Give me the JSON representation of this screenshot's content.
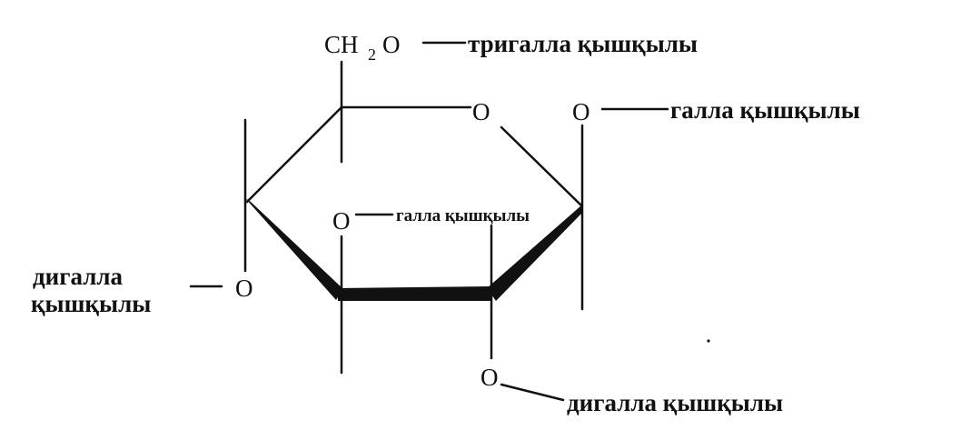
{
  "labels": {
    "ch2o_c": "CH",
    "ch2o_sub": "2",
    "ch2o_o": "O",
    "trigalla": "тригалла  қышқылы",
    "ring_o": "O",
    "right_o": "O",
    "galla_right": "галла  қышқылы",
    "inner_o": "O",
    "galla_inner": "галла қышқылы",
    "left_o": "O",
    "digalla_left_1": "дигалла",
    "digalla_left_2": "қышқылы",
    "bottom_o": "O",
    "digalla_bottom": "дигалла қышқылы"
  },
  "colors": {
    "ink": "#111111",
    "background": "#ffffff"
  }
}
